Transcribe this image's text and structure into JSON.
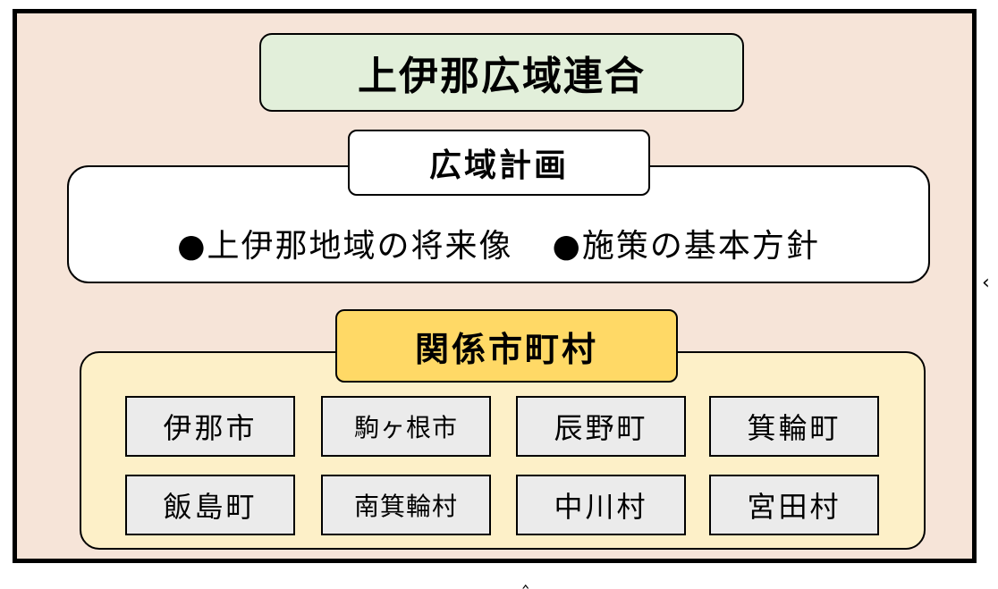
{
  "title": "上伊那広域連合",
  "plan": {
    "label": "広域計画",
    "items": [
      "●上伊那地域の将来像",
      "●施策の基本方針"
    ]
  },
  "municipalities": {
    "label": "関係市町村",
    "items": [
      "伊那市",
      "駒ヶ根市",
      "辰野町",
      "箕輪町",
      "飯島町",
      "南箕輪村",
      "中川村",
      "宮田村"
    ]
  },
  "colors": {
    "frame_bg": "#f6e4d8",
    "title_bg": "#e2efda",
    "label_bg": "#ffd966",
    "panel_bg": "#fdf0c8",
    "tile_bg": "#ebebeb"
  }
}
